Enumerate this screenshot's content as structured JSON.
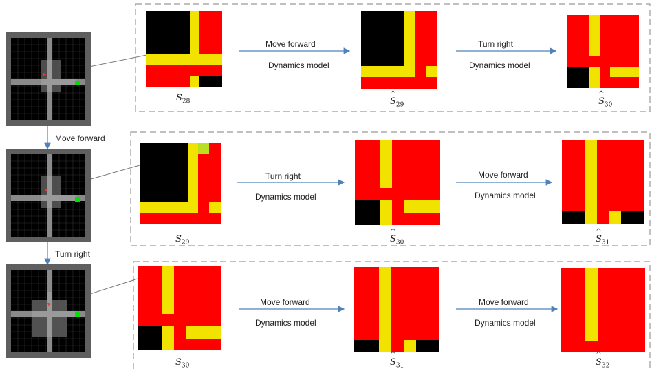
{
  "colors": {
    "red": "#ff0000",
    "yellow": "#f2e200",
    "black": "#000000",
    "lime": "#b8e020",
    "arrow": "#4f81bd",
    "dash": "#9a9a9a",
    "env_border": "#5f5f5f",
    "env_grid": "#3a3a3a",
    "env_corridor": "#8a8a8a",
    "env_room": "#5a5a5a",
    "agent": "#ff3030",
    "goal": "#00e000"
  },
  "side_transitions": {
    "first": "Move forward",
    "second": "Turn right"
  },
  "rows": [
    {
      "input_label": {
        "letter": "S",
        "sub": "28",
        "hat": false
      },
      "steps": [
        {
          "action": "Move forward",
          "model": "Dynamics model",
          "label": {
            "letter": "S",
            "sub": "29",
            "hat": true
          }
        },
        {
          "action": "Turn right",
          "model": "Dynamics model",
          "label": {
            "letter": "S",
            "sub": "30",
            "hat": true
          }
        }
      ]
    },
    {
      "input_label": {
        "letter": "S",
        "sub": "29",
        "hat": false
      },
      "steps": [
        {
          "action": "Turn right",
          "model": "Dynamics model",
          "label": {
            "letter": "S",
            "sub": "30",
            "hat": true
          }
        },
        {
          "action": "Move forward",
          "model": "Dynamics model",
          "label": {
            "letter": "S",
            "sub": "31",
            "hat": true
          }
        }
      ]
    },
    {
      "input_label": {
        "letter": "S",
        "sub": "30",
        "hat": false
      },
      "steps": [
        {
          "action": "Move forward",
          "model": "Dynamics model",
          "label": {
            "letter": "S",
            "sub": "31",
            "hat": true
          }
        },
        {
          "action": "Move forward",
          "model": "Dynamics model",
          "label": {
            "letter": "S",
            "sub": "32",
            "hat": true
          }
        }
      ]
    }
  ]
}
